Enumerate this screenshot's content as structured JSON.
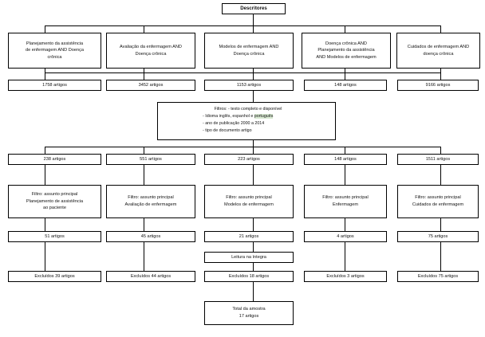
{
  "diagram": {
    "title": "Descritores",
    "root": {
      "label": "Descritores"
    },
    "columns": [
      {
        "id": "col-1",
        "descriptor": [
          "Planejamento da assistência",
          "de enfermagem AND Doença",
          "crônica"
        ],
        "initial_count": "1758 artigos",
        "filtered_count": "238 artigos",
        "subject_filter": [
          "Filtro: assunto principal",
          "Planejamento de assistência",
          "ao paciente"
        ],
        "subject_count": "51 artigos",
        "excluded": "Excluídos 39 artigos"
      },
      {
        "id": "col-2",
        "descriptor": [
          "Avaliação da enfermagem AND",
          "Doença crônica"
        ],
        "initial_count": "3452 artigos",
        "filtered_count": "551 artigos",
        "subject_filter": [
          "Filtro: assunto principal",
          "Avaliação de enfermagem"
        ],
        "subject_count": "45 artigos",
        "excluded": "Excluídos 44 artigos"
      },
      {
        "id": "col-3",
        "descriptor": [
          "Modelos de enfermagem AND",
          "Doença crônica"
        ],
        "initial_count": "1153 artigos",
        "filtered_count": "223 artigos",
        "subject_filter": [
          "Filtro: assunto principal",
          "Modelos de enfermagem"
        ],
        "subject_count": "21 artigos",
        "reading": "Leitura na íntegra",
        "excluded": "Excluídos 18 artigos",
        "total": [
          "Total da amostra",
          "17 artigos"
        ]
      },
      {
        "id": "col-4",
        "descriptor": [
          "Doença crônica AND",
          "Planejamento da assistência",
          "AND Modelos de enfermagem"
        ],
        "initial_count": "148 artigos",
        "filtered_count": "148 artigos",
        "subject_filter": [
          "Filtro: assunto principal",
          "Enfermagem"
        ],
        "subject_count": "4 artigos",
        "excluded": "Excluídos 3 artigos"
      },
      {
        "id": "col-5",
        "descriptor": [
          "Cuidados de enfermagem AND",
          "doença crônica"
        ],
        "initial_count": "9166 artigos",
        "filtered_count": "1511 artigos",
        "subject_filter": [
          "Filtro: assunto principal",
          "Cuidados de enfermagem"
        ],
        "subject_count": "75 artigos",
        "excluded": "Excluídos 75 artigos"
      }
    ],
    "filters_box": {
      "first_line": "Filtros: - texto completo e disponível",
      "items": [
        "- Idioma inglês, espanhol e português",
        "- ano de publicação 2000 a 2014",
        "- tipo de documento artigo"
      ],
      "highlighted_word": "português"
    },
    "colors": {
      "line": "#000000",
      "background": "#ffffff",
      "text": "#111111",
      "highlight": "#d9ead3"
    }
  }
}
